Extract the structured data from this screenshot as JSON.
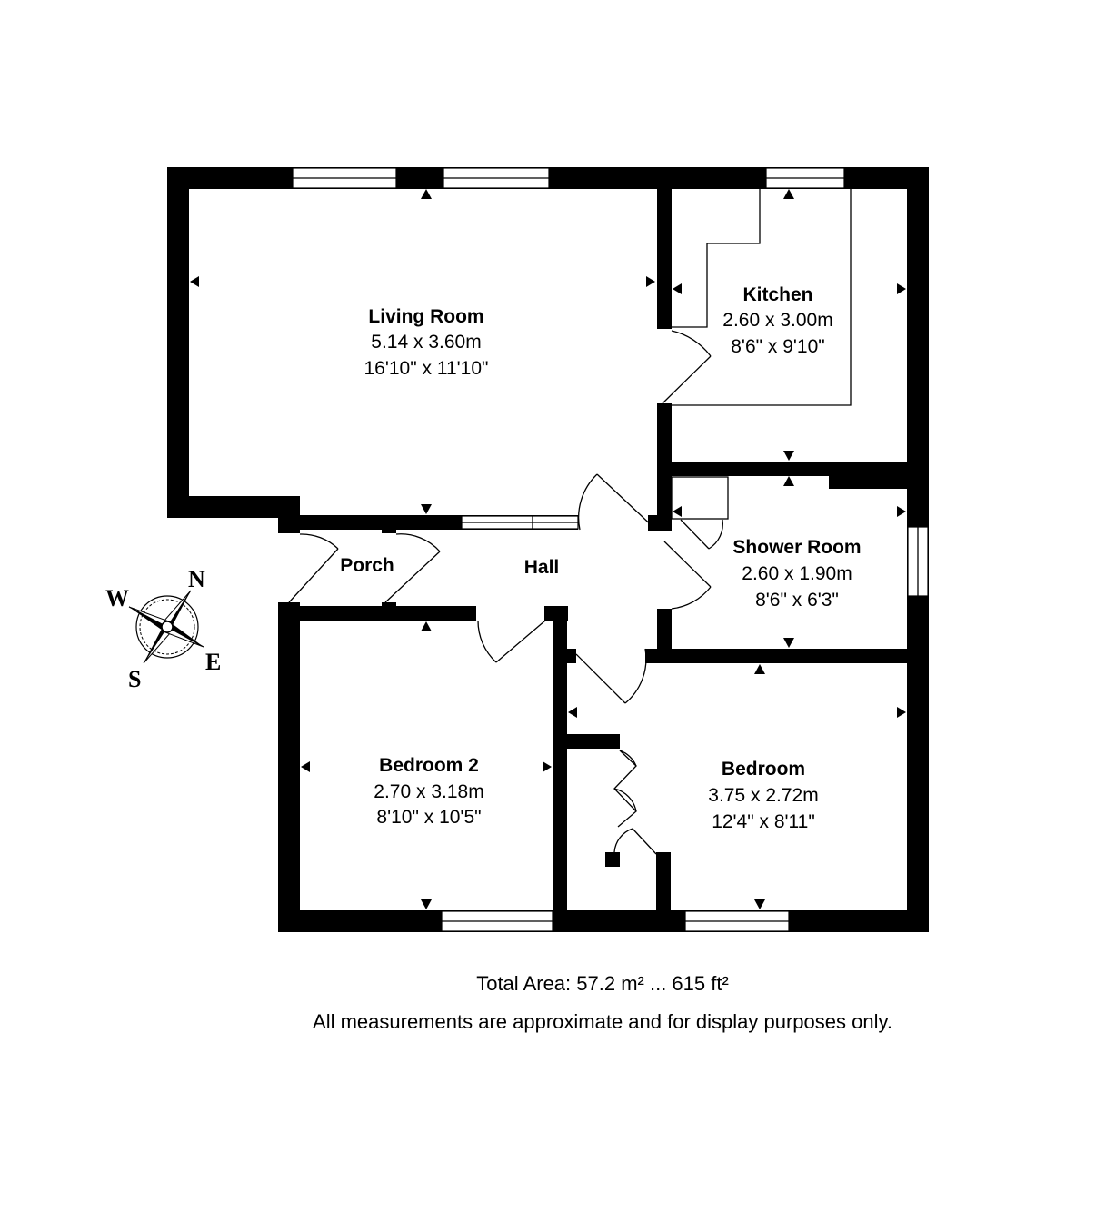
{
  "rooms": {
    "living_room": {
      "name": "Living Room",
      "metric": "5.14 x 3.60m",
      "imperial": "16'10\" x 11'10\""
    },
    "kitchen": {
      "name": "Kitchen",
      "metric": "2.60 x 3.00m",
      "imperial": "8'6\" x 9'10\""
    },
    "shower_room": {
      "name": "Shower Room",
      "metric": "2.60 x 1.90m",
      "imperial": "8'6\" x 6'3\""
    },
    "porch": {
      "name": "Porch"
    },
    "hall": {
      "name": "Hall"
    },
    "bedroom_2": {
      "name": "Bedroom 2",
      "metric": "2.70 x 3.18m",
      "imperial": "8'10\" x 10'5\""
    },
    "bedroom": {
      "name": "Bedroom",
      "metric": "3.75 x 2.72m",
      "imperial": "12'4\" x 8'11\""
    }
  },
  "compass": {
    "n": "N",
    "e": "E",
    "s": "S",
    "w": "W"
  },
  "footer": {
    "total_area": "Total Area: 57.2 m² ... 615 ft²",
    "disclaimer": "All measurements are approximate and for display purposes only."
  }
}
